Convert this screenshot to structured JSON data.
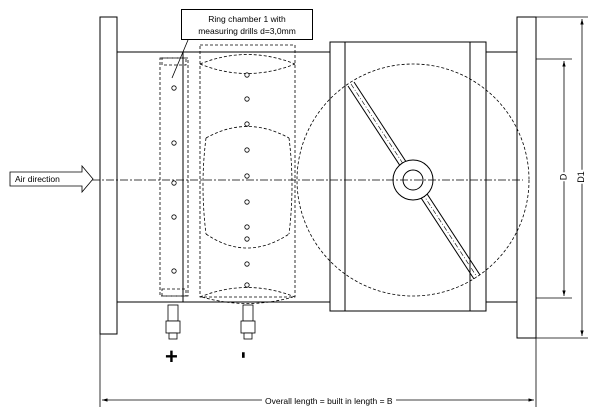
{
  "diagram": {
    "callout_line1": "Ring chamber 1 with",
    "callout_line2": "measuring drills d=3,0mm",
    "air_direction": "Air direction",
    "overall_length": "Overall length = built in length = B",
    "dim_d": "D",
    "dim_d1": "D1",
    "plus_sign": "+",
    "minus_sign": "-"
  }
}
